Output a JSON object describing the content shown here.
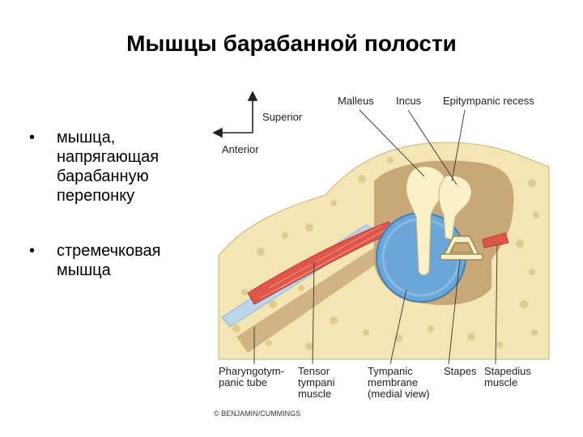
{
  "slide": {
    "title": "Мышцы барабанной полости",
    "bullets": [
      {
        "marker": "•",
        "text_lines": [
          "мышца,",
          "напрягающая",
          "барабанную",
          "перепонку"
        ]
      },
      {
        "marker": "•",
        "text_lines": [
          "стремечковая",
          "мышца"
        ]
      }
    ]
  },
  "figure": {
    "orientation": {
      "superior": "Superior",
      "anterior": "Anterior"
    },
    "top_labels": {
      "malleus": "Malleus",
      "incus": "Incus",
      "epitympanic_recess": "Epitympanic recess"
    },
    "bottom_labels": {
      "pharyngotympanic_tube": [
        "Pharyngotym-",
        "panic tube"
      ],
      "tensor_tympani": [
        "Tensor",
        "tympani",
        "muscle"
      ],
      "tympanic_membrane": [
        "Tympanic",
        "membrane",
        "(medial view)"
      ],
      "stapes": [
        "Stapes"
      ],
      "stapedius": [
        "Stapedius",
        "muscle"
      ]
    },
    "copyright": "© BENJAMIN/CUMMINGS",
    "colors": {
      "bone": "#f4e6b4",
      "bone_spots": "#e0cc8c",
      "cavity": "#c9a878",
      "tympanic_membrane": "#6aa6d8",
      "muscle": "#e0574a",
      "ossicle": "#fbf1c8",
      "tube_lumen": "#b9d6ec"
    }
  }
}
